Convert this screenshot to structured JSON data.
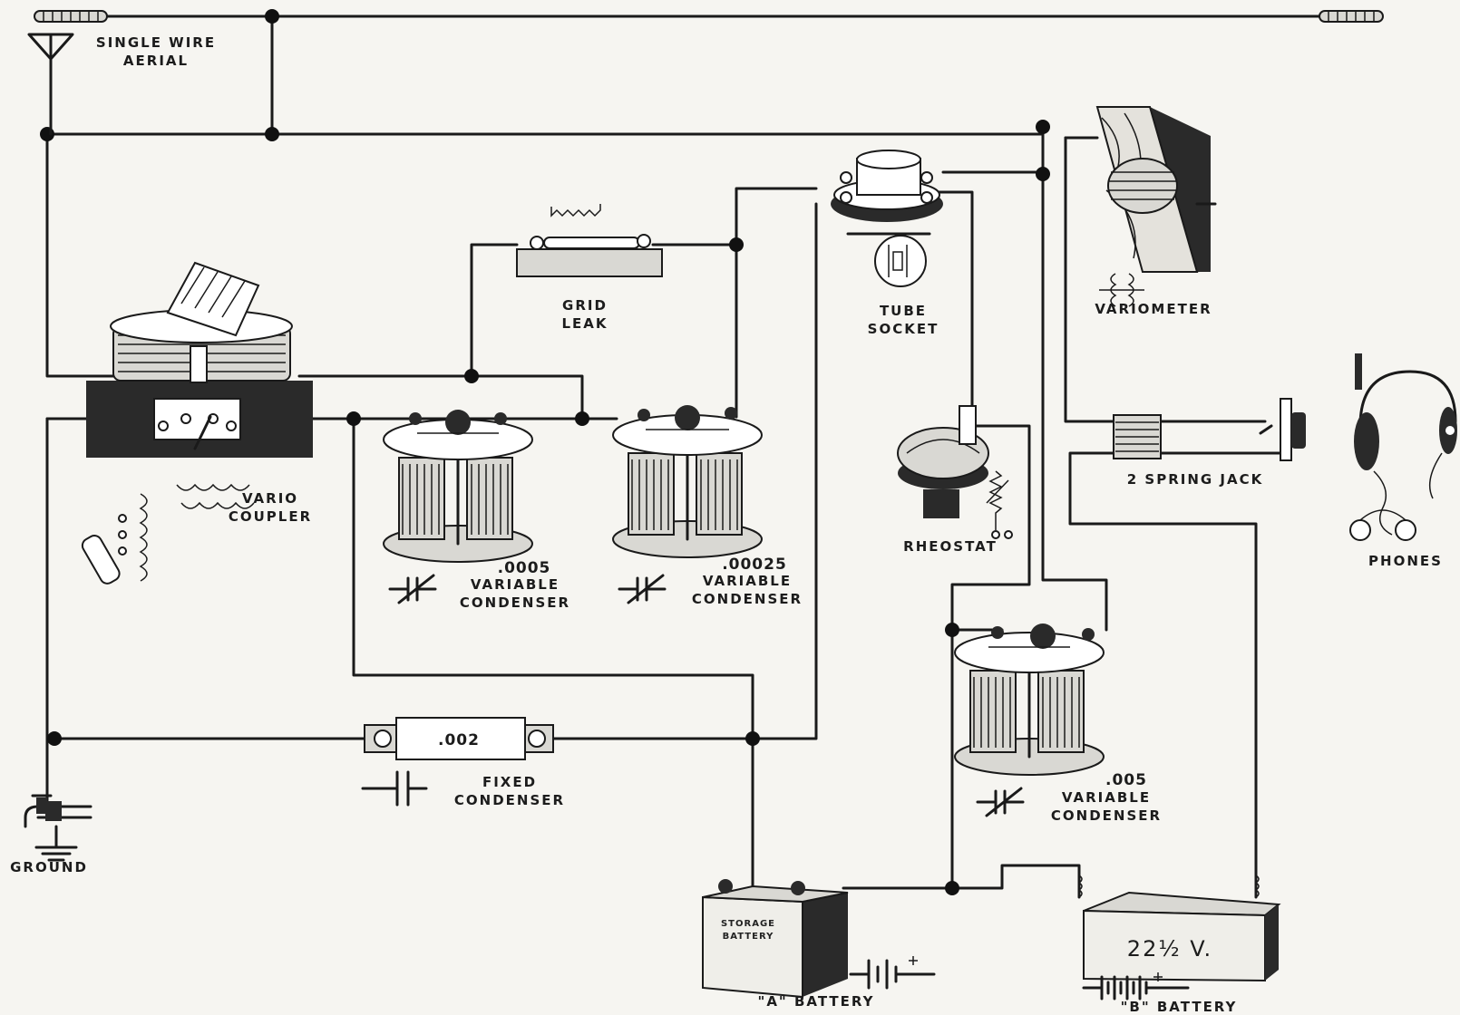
{
  "labels": {
    "aerial": [
      "SINGLE WIRE",
      "AERIAL"
    ],
    "vario_coupler": [
      "VARIO",
      "COUPLER"
    ],
    "grid_leak": [
      "GRID",
      "LEAK"
    ],
    "tube_socket": [
      "TUBE",
      "SOCKET"
    ],
    "variometer": "VARIOMETER",
    "rheostat": "RHEOSTAT",
    "jack": "2 SPRING JACK",
    "phones": "PHONES",
    "ground": "GROUND",
    "fixed_condenser": [
      "FIXED",
      "CONDENSER"
    ],
    "a_battery": "\"A\" BATTERY",
    "b_battery": "\"B\" BATTERY"
  },
  "condensers": [
    {
      "value": ".0005",
      "lines": [
        "VARIABLE",
        "CONDENSER"
      ]
    },
    {
      "value": ".00025",
      "lines": [
        "VARIABLE",
        "CONDENSER"
      ]
    },
    {
      "value": ".005",
      "lines": [
        "VARIABLE",
        "CONDENSER"
      ]
    }
  ],
  "fixed_condenser_value": ".002",
  "storage_battery_text": [
    "STORAGE",
    "BATTERY"
  ],
  "b_battery_voltage": "22½ V."
}
